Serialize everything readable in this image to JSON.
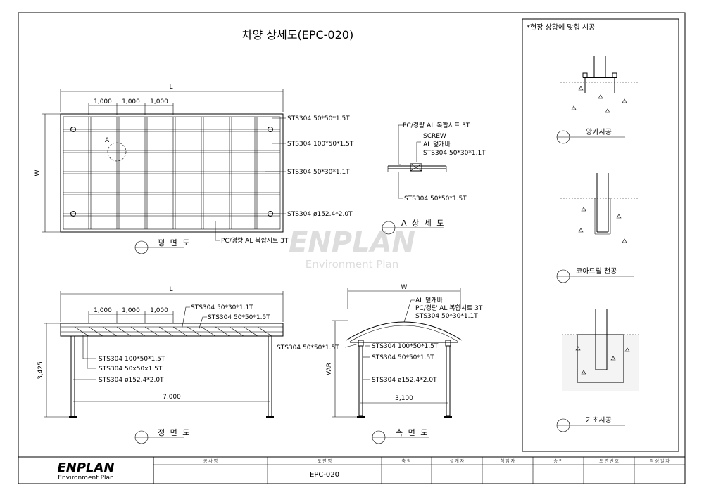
{
  "title": "차양 상세도(EPC-020)",
  "note": "*현장 상황에 맞춰 시공",
  "watermark": {
    "main": "ENPLAN",
    "sub": "Environment Plan"
  },
  "plan": {
    "label_L": "L",
    "label_W": "W",
    "dims": [
      "1,000",
      "1,000",
      "1,000"
    ],
    "label_A": "A",
    "callouts": [
      "STS304 50*50*1.5T",
      "STS304 100*50*1.5T",
      "STS304 50*30*1.1T",
      "STS304 ø152.4*2.0T",
      "PC/경량 AL 복합시트 3T"
    ],
    "view_name": "평 면 도"
  },
  "detail": {
    "callouts": [
      "PC/경량 AL 복합시트 3T",
      "SCREW",
      "AL 덮개바",
      "STS304 50*30*1.1T",
      "STS304 50*50*1.5T"
    ],
    "view_name": "A 상 세 도"
  },
  "front": {
    "label_L": "L",
    "dims": [
      "1,000",
      "1,000",
      "1,000"
    ],
    "height": "3,425",
    "width": "7,000",
    "callouts_top": [
      "STS304 50*30*1.1T",
      "STS304 50*50*1.5T"
    ],
    "callouts_bottom": [
      "STS304 100*50*1.5T",
      "STS304 50x50x1.5T",
      "STS304 ø152.4*2.0T"
    ],
    "view_name": "정 면 도"
  },
  "side": {
    "label_W": "W",
    "height": "VAR",
    "width": "3,100",
    "callouts_top": [
      "AL 덮개바",
      "PC/경량 AL 복합시트 3T",
      "STS304 50*30*1.1T"
    ],
    "callout_left": "STS304 50*50*1.5T",
    "callouts_right": [
      "STS304 100*50*1.5T",
      "STS304 50*50*1.5T",
      "STS304 ø152.4*2.0T"
    ],
    "view_name": "측 면 도"
  },
  "foundations": [
    "앙카시공",
    "코아드릴 천공",
    "기초시공"
  ],
  "title_block": {
    "logo": "ENPLAN",
    "logo_sub": "Environment Plan",
    "headers": [
      "공 사 명",
      "도 면 명",
      "축 척",
      "설 계 자",
      "책 임 자",
      "승 인",
      "도 면 번 호",
      "작 성 일 자"
    ],
    "drawing_name": "EPC-020"
  }
}
